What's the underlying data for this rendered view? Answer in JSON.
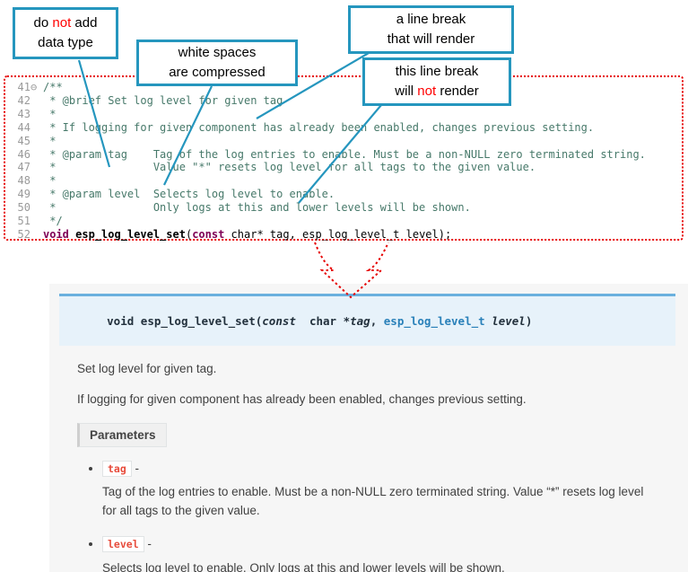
{
  "colors": {
    "callout_border_teal": "#2596be",
    "annotation_red": "#e60000",
    "emphasis_red": "#ff0000",
    "comment_green": "#47796a",
    "keyword_maroon": "#7f0055",
    "sig_background": "#e7f2fa",
    "sig_top_border": "#6ab0de",
    "literal_red": "#e74c3c",
    "panel_gray": "#f6f6f6"
  },
  "callouts": {
    "c1": {
      "pre": "do ",
      "em": "not",
      "post": " add",
      "line2": "data type"
    },
    "c2": {
      "line1": "white spaces",
      "line2": "are compressed"
    },
    "c3": {
      "line1": "a line break",
      "line2": "that will render"
    },
    "c4": {
      "line1": "this line break",
      "pre": "will ",
      "em": "not",
      "post": " render"
    }
  },
  "code": {
    "lines": [
      {
        "num": "41",
        "fold": "⊖",
        "text": "/**"
      },
      {
        "num": "42",
        "fold": "",
        "text": " * @brief Set log level for given tag"
      },
      {
        "num": "43",
        "fold": "",
        "text": " *"
      },
      {
        "num": "44",
        "fold": "",
        "text": " * If logging for given component has already been enabled, changes previous setting."
      },
      {
        "num": "45",
        "fold": "",
        "text": " *"
      },
      {
        "num": "46",
        "fold": "",
        "text": " * @param tag    Tag of the log entries to enable. Must be a non-NULL zero terminated string."
      },
      {
        "num": "47",
        "fold": "",
        "text": " *               Value \"*\" resets log level for all tags to the given value."
      },
      {
        "num": "48",
        "fold": "",
        "text": " *"
      },
      {
        "num": "49",
        "fold": "",
        "text": " * @param level  Selects log level to enable."
      },
      {
        "num": "50",
        "fold": "",
        "text": " *               Only logs at this and lower levels will be shown."
      },
      {
        "num": "51",
        "fold": "",
        "text": " */"
      }
    ],
    "line52": {
      "num": "52",
      "fold": "",
      "kw1": "void",
      "sp": " ",
      "name": "esp_log_level_set",
      "open": "(",
      "kw2": "const",
      "rest": " char* tag, esp_log_level_t level);"
    }
  },
  "docs": {
    "signature": {
      "ret": "void ",
      "name": "esp_log_level_set",
      "open": "(",
      "kw": "const",
      "type1": "  char *",
      "p1": "tag",
      "comma": ", ",
      "type2": "esp_log_level_t",
      "sp": " ",
      "p2": "level",
      "close": ")"
    },
    "p1": "Set log level for given tag.",
    "p2": "If logging for given component has already been enabled, changes previous setting.",
    "params_label": "Parameters",
    "params": [
      {
        "name": "tag",
        "dash": "-",
        "desc": "Tag of the log entries to enable. Must be a non-NULL zero terminated string. Value “*” resets log level for all tags to the given value."
      },
      {
        "name": "level",
        "dash": "-",
        "desc": "Selects log level to enable. Only logs at this and lower levels will be shown."
      }
    ]
  }
}
